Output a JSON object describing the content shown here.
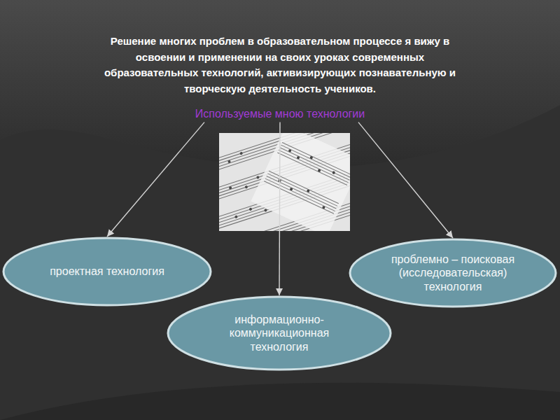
{
  "diagram": {
    "title": "Решение многих проблем в образовательном процессе я вижу в освоении и применении на своих уроках современных образовательных технологий, активизирующих познавательную и творческую деятельность учеников.",
    "nodes": [
      {
        "text": [
          "Используемые мною технологии"
        ]
      },
      {
        "text": [
          "проектная технология"
        ]
      },
      {
        "text": [
          "проблемно – поисковая (исследовательская) технология"
        ]
      },
      {
        "text": [
          "информационно-коммуникационная технология"
        ]
      }
    ],
    "edges": [
      {
        "from": 0,
        "to": 1,
        "arrow": "to"
      },
      {
        "from": 0,
        "to": 2,
        "arrow": "to"
      },
      {
        "from": 0,
        "to": 3,
        "arrow": "to"
      }
    ]
  }
}
